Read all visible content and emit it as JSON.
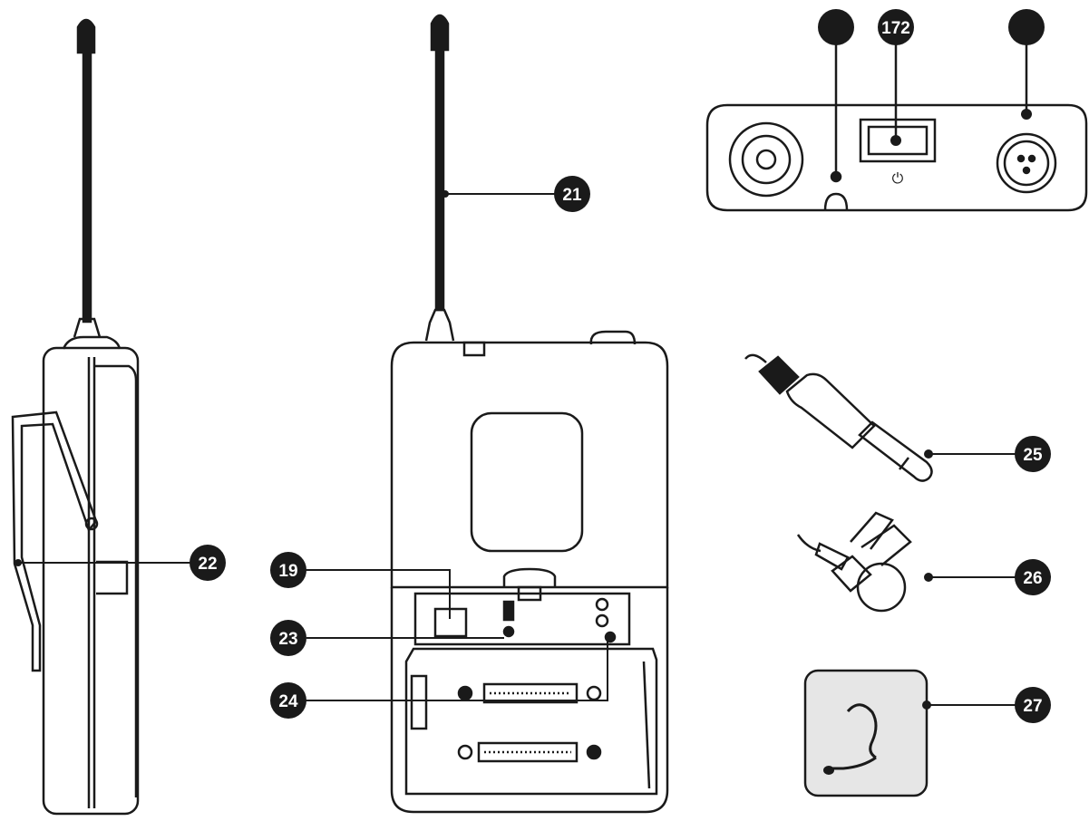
{
  "callouts": {
    "c17": "172",
    "c19": "19",
    "c21": "21",
    "c22": "22",
    "c23": "23",
    "c24": "24",
    "c25": "25",
    "c26": "26",
    "c27": "27"
  },
  "panel": {
    "power_symbol": "⏻"
  },
  "colors": {
    "line": "#1a1a1a",
    "callout_fill": "#1a1a1a",
    "headset_bg": "#e6e6e6"
  }
}
